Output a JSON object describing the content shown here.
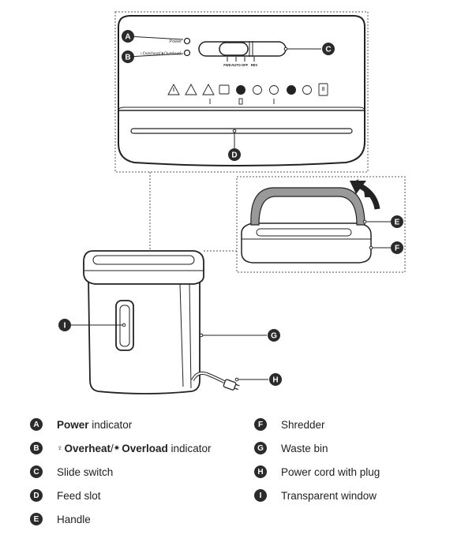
{
  "callouts": {
    "A": "A",
    "B": "B",
    "C": "C",
    "D": "D",
    "E": "E",
    "F": "F",
    "G": "G",
    "H": "H",
    "I": "I"
  },
  "panel": {
    "power_label": "Power",
    "overheat_label": "Overheat/",
    "overload_label": "Overload",
    "switch_positions": [
      "FWD",
      "AUTO",
      "OFF",
      "REV"
    ],
    "capacity_label": "8"
  },
  "legend": {
    "A": {
      "bold": "Power",
      "rest": " indicator"
    },
    "B": {
      "bold1": "Overheat",
      "sep": "/",
      "bold2": "Overload",
      "rest": " indicator"
    },
    "C": {
      "text": "Slide switch"
    },
    "D": {
      "text": "Feed slot"
    },
    "E": {
      "text": "Handle"
    },
    "F": {
      "text": "Shredder"
    },
    "G": {
      "text": "Waste bin"
    },
    "H": {
      "text": "Power cord with plug"
    },
    "I": {
      "text": "Transparent window"
    }
  },
  "icons": {
    "overheat": "lightbulb-icon",
    "overload": "sun-burst-icon",
    "warnings": [
      "warning-triangle-icon",
      "warning-triangle-icon",
      "warning-triangle-icon",
      "manual-icon",
      "no-hands-icon",
      "no-tie-icon",
      "no-children-icon",
      "no-hair-icon",
      "no-clothing-icon",
      "capacity-icon"
    ],
    "rotate_arrow": "curved-arrow-icon"
  }
}
